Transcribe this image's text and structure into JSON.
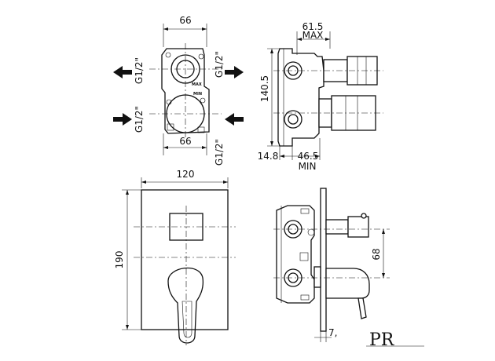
{
  "dimensions": {
    "top_width_upper": "66",
    "top_width_lower": "66",
    "thread_upper_right": "G1/2\"",
    "thread_upper_left": "G1/2\"",
    "thread_lower_left": "G1/2\"",
    "thread_lower_right": "G1/2\"",
    "side_depth_max": "61.5",
    "max_label": "MAX",
    "side_height": "140.5",
    "side_offset": "14.8",
    "side_depth_min": "46.5",
    "min_label": "MIN",
    "plate_width": "120",
    "plate_height": "190",
    "side_outlet_spacing": "68",
    "plate_thickness": "7,",
    "body_max_mark": "MAX",
    "body_min_mark": "MIN"
  },
  "logo": {
    "text": "PR"
  }
}
